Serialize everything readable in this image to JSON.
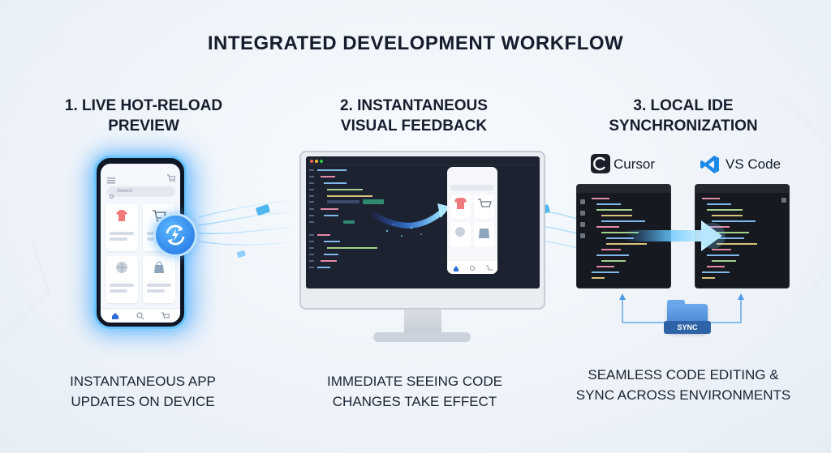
{
  "title": "INTEGRATED DEVELOPMENT WORKFLOW",
  "steps": [
    {
      "line1": "1. LIVE HOT-RELOAD",
      "line2": "PREVIEW",
      "caption1": "INSTANTANEOUS APP",
      "caption2": "UPDATES ON DEVICE"
    },
    {
      "line1": "2. INSTANTANEOUS",
      "line2": "VISUAL FEEDBACK",
      "caption1": "IMMEDIATE SEEING CODE",
      "caption2": "CHANGES TAKE EFFECT"
    },
    {
      "line1": "3. LOCAL IDE",
      "line2": "SYNCHRONIZATION",
      "caption1": "SEAMLESS CODE EDITING &",
      "caption2": "SYNC ACROSS ENVIRONMENTS"
    }
  ],
  "phone": {
    "search_placeholder": "Search"
  },
  "ide": {
    "left_name": "Cursor",
    "right_name": "VS Code"
  },
  "sync_label": "SYNC",
  "colors": {
    "accent_blue": "#1e6fe0",
    "glow_blue": "#6cc4ff",
    "title_text": "#161d2c",
    "ide_background": "#16191f"
  }
}
